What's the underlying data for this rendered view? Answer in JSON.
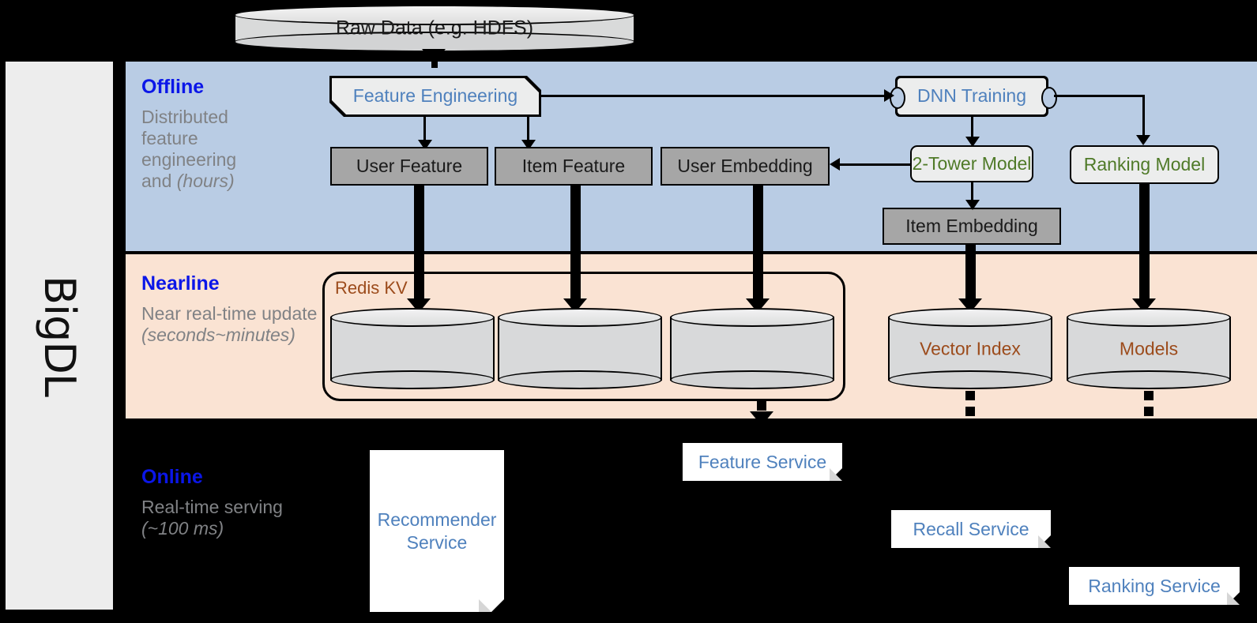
{
  "framework": {
    "name": "BigDL"
  },
  "source": {
    "label": "Raw Data (e.g. HDFS)"
  },
  "bands": [
    {
      "id": "offline",
      "title": "Offline",
      "subtitle": "Distributed feature engineering and ",
      "subtitle_italic": "(hours)"
    },
    {
      "id": "nearline",
      "title": "Nearline",
      "subtitle": "Near real-time update ",
      "subtitle_italic": "(seconds~minutes)"
    },
    {
      "id": "online",
      "title": "Online",
      "subtitle": "Real-time serving ",
      "subtitle_italic": "(~100 ms)"
    }
  ],
  "offline": {
    "feature_engineering": "Feature Engineering",
    "dnn_training": "DNN Training",
    "user_feature": "User Feature",
    "item_feature": "Item Feature",
    "user_embedding": "User Embedding",
    "two_tower_model": "2-Tower Model",
    "ranking_model": "Ranking Model",
    "item_embedding": "Item Embedding"
  },
  "nearline": {
    "redis_kv": "Redis KV",
    "stores": [
      "",
      "",
      ""
    ],
    "vector_index": "Vector Index",
    "models": "Models"
  },
  "online": {
    "recommender_service": "Recommender Service",
    "feature_service": "Feature Service",
    "recall_service": "Recall Service",
    "ranking_service": "Ranking Service"
  },
  "colors": {
    "offline_band": "#b9cce4",
    "nearline_band": "#fae3d3",
    "online_band": "#000000",
    "band_title": "#0b16e8",
    "band_subtitle": "#808285",
    "blue_text": "#4f81bd",
    "green_text": "#4f7a28",
    "brown_text": "#9c4b1b",
    "gray_node": "#a6a6a6",
    "light_node": "#eceded",
    "rail": "#ededed"
  }
}
